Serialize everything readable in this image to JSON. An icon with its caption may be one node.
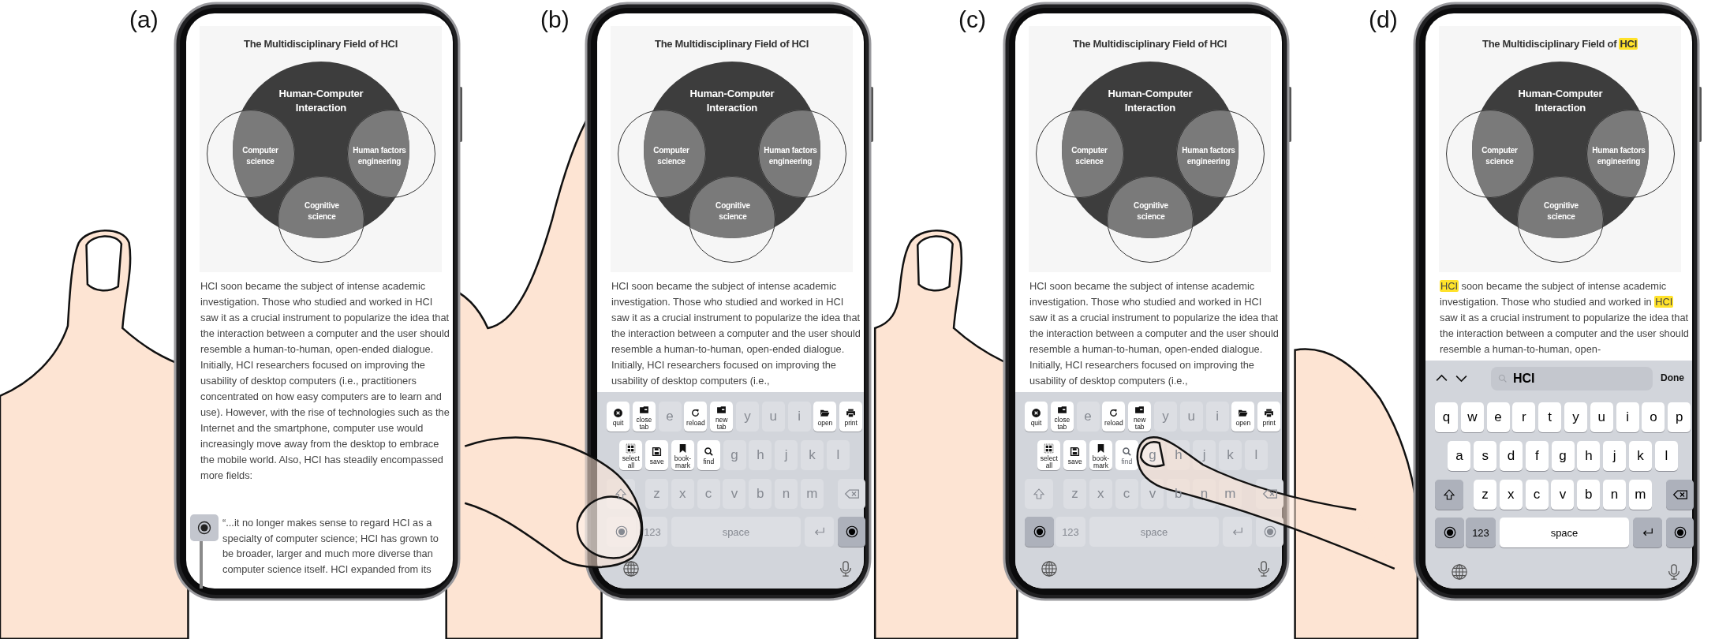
{
  "diagram": {
    "nodes": [
      {
        "text": [
          "The Multidisciplinary Field of HCI"
        ]
      },
      {
        "text": [
          "Human-Computer Interaction"
        ],
        "in": 0
      },
      {
        "text": [
          "Computer science"
        ],
        "in": 0
      },
      {
        "text": [
          "Human factors engineering"
        ],
        "in": 0
      },
      {
        "text": [
          "Cognitive science"
        ],
        "in": 0
      },
      {
        "text": [
          "The Multidisciplinary Field of HCI"
        ]
      },
      {
        "text": [
          "Human-Computer Interaction"
        ],
        "in": 5
      },
      {
        "text": [
          "Computer science"
        ],
        "in": 5
      },
      {
        "text": [
          "Human factors engineering"
        ],
        "in": 5
      },
      {
        "text": [
          "Cognitive science"
        ],
        "in": 5
      },
      {
        "text": [
          "quit",
          "close tab",
          "e",
          "reload",
          "new tab",
          "y",
          "u",
          "i",
          "open",
          "print",
          "select all",
          "save",
          "book-mark",
          "find",
          "g",
          "h",
          "j",
          "k",
          "l",
          "z",
          "x",
          "c",
          "v",
          "b",
          "n",
          "m",
          "123",
          "space"
        ]
      },
      {
        "text": [
          "The Multidisciplinary Field of HCI"
        ]
      },
      {
        "text": [
          "Human-Computer Interaction"
        ],
        "in": 11
      },
      {
        "text": [
          "Computer science"
        ],
        "in": 11
      },
      {
        "text": [
          "Human factors engineering"
        ],
        "in": 11
      },
      {
        "text": [
          "Cognitive science"
        ],
        "in": 11
      },
      {
        "text": [
          "quit",
          "close tab",
          "e",
          "reload",
          "new tab",
          "y",
          "u",
          "i",
          "open",
          "print",
          "select all",
          "save",
          "book-mark",
          "find",
          "g",
          "h",
          "j",
          "k",
          "l",
          "z",
          "x",
          "c",
          "v",
          "b",
          "n",
          "m",
          "123",
          "space"
        ]
      },
      {
        "text": [
          "The Multidisciplinary Field of **HCI**"
        ]
      },
      {
        "text": [
          "Human-Computer Interaction"
        ],
        "in": 17
      },
      {
        "text": [
          "Computer science"
        ],
        "in": 17
      },
      {
        "text": [
          "Human factors engineering"
        ],
        "in": 17
      },
      {
        "text": [
          "Cognitive science"
        ],
        "in": 17
      },
      {
        "text": [
          "HCI",
          "Done",
          "q",
          "w",
          "e",
          "r",
          "t",
          "y",
          "u",
          "i",
          "o",
          "p",
          "a",
          "s",
          "d",
          "f",
          "g",
          "h",
          "j",
          "k",
          "l",
          "z",
          "x",
          "c",
          "v",
          "b",
          "n",
          "m",
          "123",
          "space"
        ]
      }
    ],
    "labels": [
      "(a)",
      "HCI soon became the subject of intense academic investigation. Those who studied and worked in HCI saw it as a crucial instrument to popularize the idea that the interaction between a computer and the user should resemble a human-to-human, open-ended dialogue. Initially, HCI researchers focused on improving the usability of desktop computers (i.e., practitioners concentrated on how easy computers are to learn and use). However, with the rise of technologies such as the Internet and the smartphone, computer use would increasingly move away from the desktop to embrace the mobile world. Also, HCI has steadily encompassed more fields:",
      "“...it no longer makes sense to regard HCI as a specialty of computer science; HCI has grown to be broader, larger and much more diverse than computer science itself. HCI expanded from its",
      "(b)",
      "HCI soon became the subject of intense academic investigation. Those who studied and worked in HCI saw it as a crucial instrument to popularize the idea that the interaction between a computer and the user should resemble a human-to-human, open-ended dialogue. Initially, HCI researchers focused on improving the usability of desktop computers (i.e.,",
      "(c)",
      "HCI soon became the subject of intense academic investigation. Those who studied and worked in HCI saw it as a crucial instrument to popularize the idea that the interaction between a computer and the user should resemble a human-to-human, open-ended dialogue. Initially, HCI researchers focused on improving the usability of desktop computers (i.e.,",
      "(d)",
      "**HCI** soon became the subject of intense academic investigation. Those who studied and worked in **HCI** saw it as a crucial instrument to popularize the idea that the interaction between a computer and the user should resemble a human-to-human, open-"
    ]
  }
}
